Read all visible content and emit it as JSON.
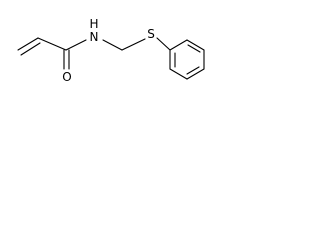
{
  "molecule": {
    "atoms": {
      "nitrogen": "N",
      "oxygen": "O",
      "sulfur": "S"
    },
    "hydrogen_on_nitrogen": "H"
  }
}
